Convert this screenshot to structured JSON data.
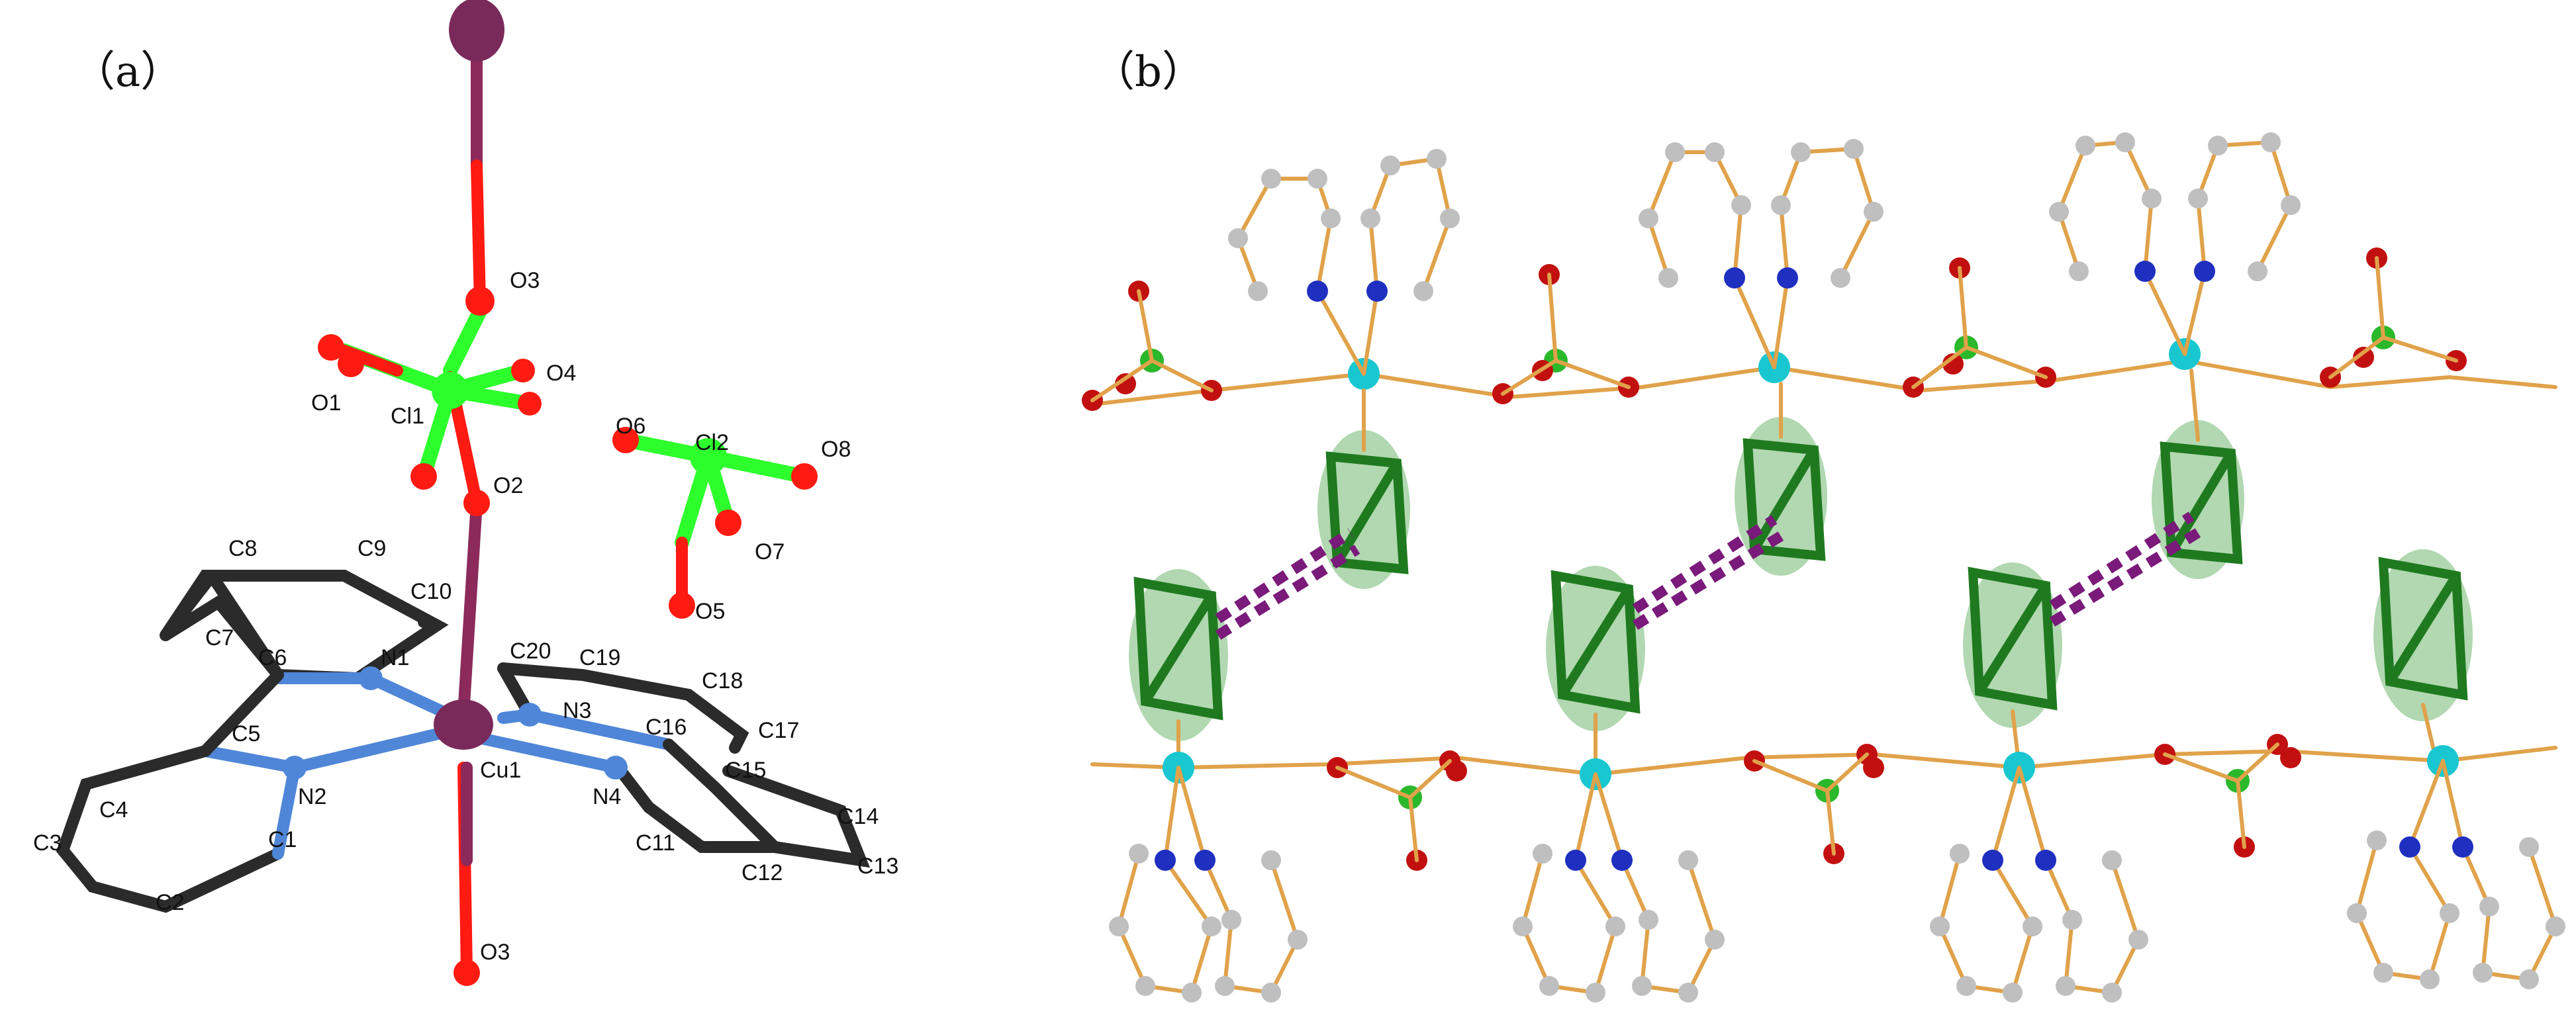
{
  "panels": {
    "a": {
      "label": "（a）"
    },
    "b": {
      "label": "（b）"
    }
  },
  "atom_labels": {
    "O3_top": "O3",
    "O4": "O4",
    "O1": "O1",
    "Cl1": "Cl1",
    "O6": "O6",
    "Cl2": "Cl2",
    "O8": "O8",
    "O2": "O2",
    "O7": "O7",
    "O5": "O5",
    "C8": "C8",
    "C9": "C9",
    "C10": "C10",
    "C7": "C7",
    "C6": "C6",
    "N1": "N1",
    "C20": "C20",
    "C19": "C19",
    "C18": "C18",
    "N3": "N3",
    "C16": "C16",
    "C17": "C17",
    "C5": "C5",
    "Cu1": "Cu1",
    "C15": "C15",
    "N2": "N2",
    "N4": "N4",
    "C4": "C4",
    "C14": "C14",
    "C1": "C1",
    "C11": "C11",
    "C3": "C3",
    "C12": "C12",
    "C13": "C13",
    "C2": "C2",
    "O3_bottom": "O3"
  },
  "colors": {
    "carbon_a": "#2b2b2b",
    "nitrogen_a": "#4f86d8",
    "oxygen": "#ff1a12",
    "chlorine": "#2dff2d",
    "copper_a": "#7a2a5a",
    "copper_b": "#19c7d1",
    "carbon_b": "#bfbfbf",
    "nitrogen_b": "#1f2fbf",
    "chlorine_b": "#2bb82b",
    "ring_stack": "#1f8f1f",
    "stacking_dash": "#7a1a7a",
    "bond_b": "#e0a24a"
  }
}
